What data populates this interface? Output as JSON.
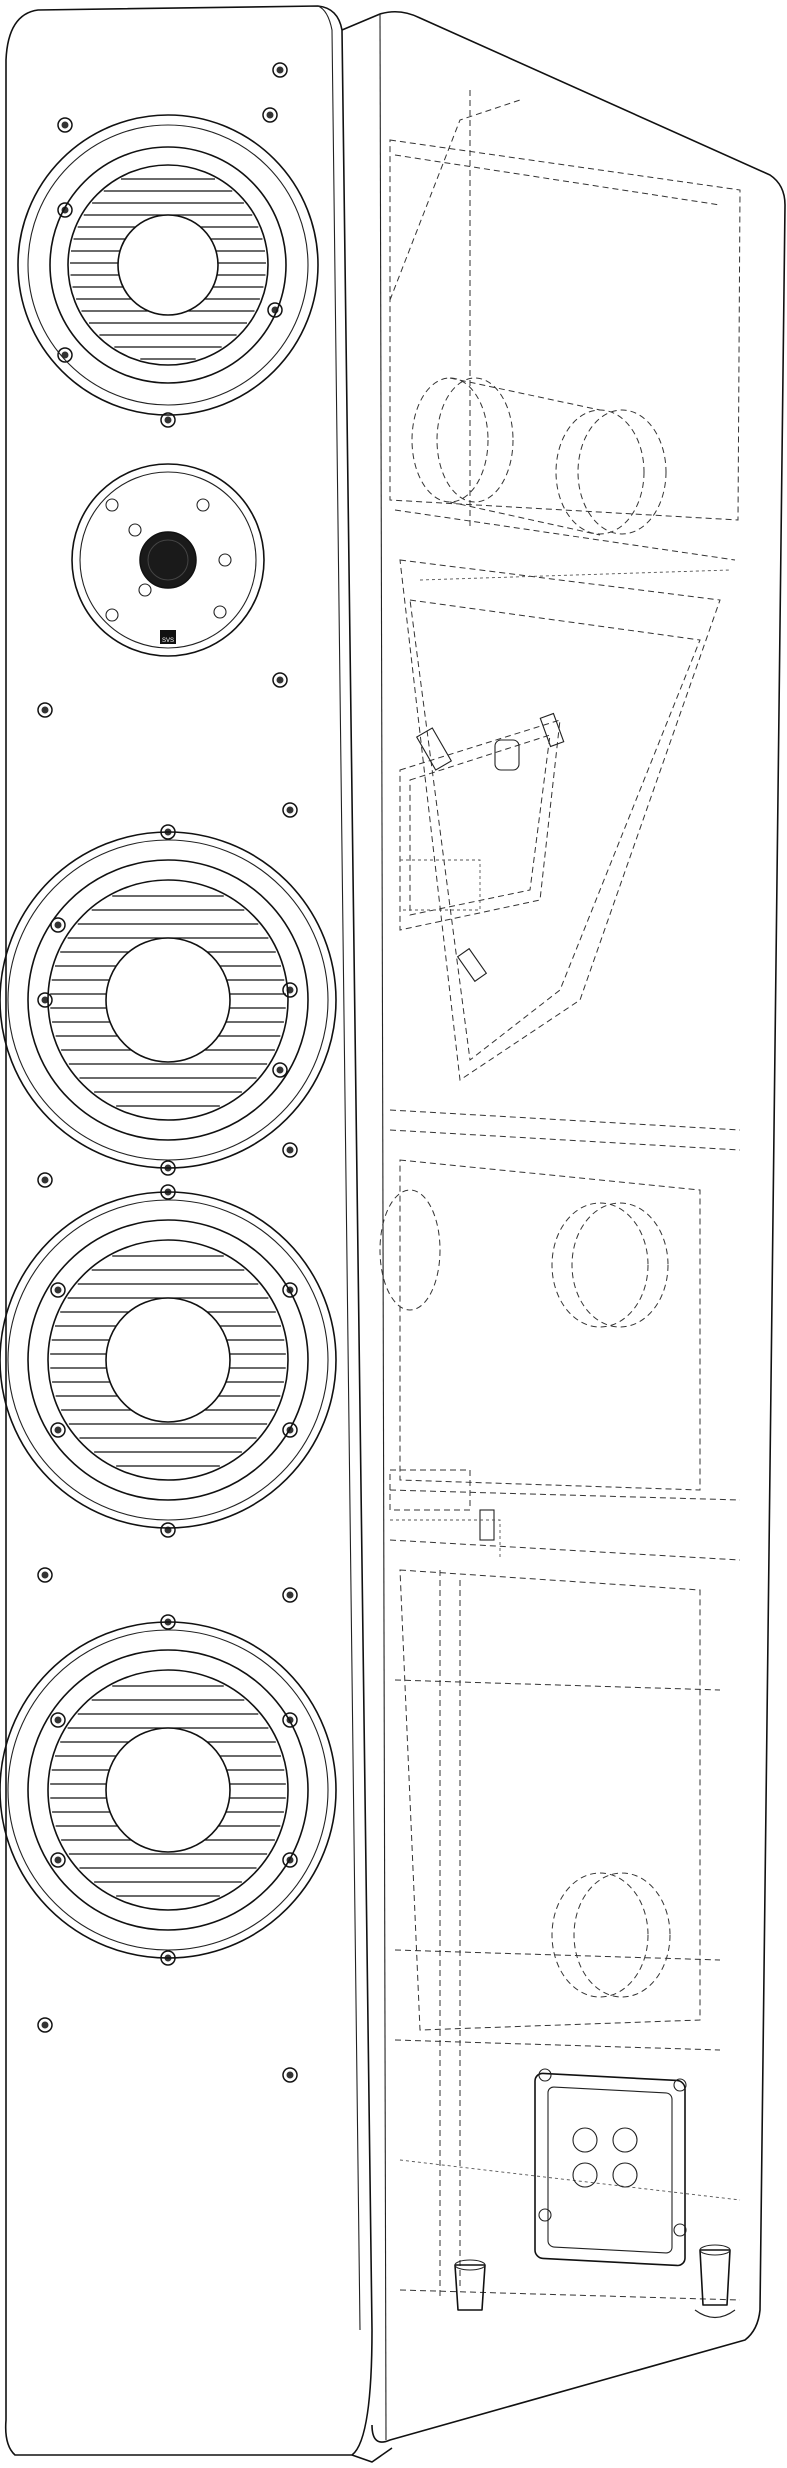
{
  "figure": {
    "subject_icon": "floor-standing-speaker-icon",
    "style": "line-drawing",
    "line_color": "#111111",
    "background": "#ffffff"
  },
  "front_baffle": {
    "drivers": [
      {
        "kind": "midrange",
        "icon": "midrange-driver-icon"
      },
      {
        "kind": "tweeter",
        "icon": "tweeter-icon"
      },
      {
        "kind": "woofer",
        "icon": "woofer-driver-icon"
      },
      {
        "kind": "woofer",
        "icon": "woofer-driver-icon"
      },
      {
        "kind": "woofer",
        "icon": "woofer-driver-icon"
      }
    ],
    "tweeter_badge_text": "SVS"
  },
  "cabinet_internals": {
    "ports": 5,
    "crossover_board_icon": "crossover-board-icon",
    "binding_post_plate_icon": "terminal-plate-icon",
    "feet": 2
  }
}
